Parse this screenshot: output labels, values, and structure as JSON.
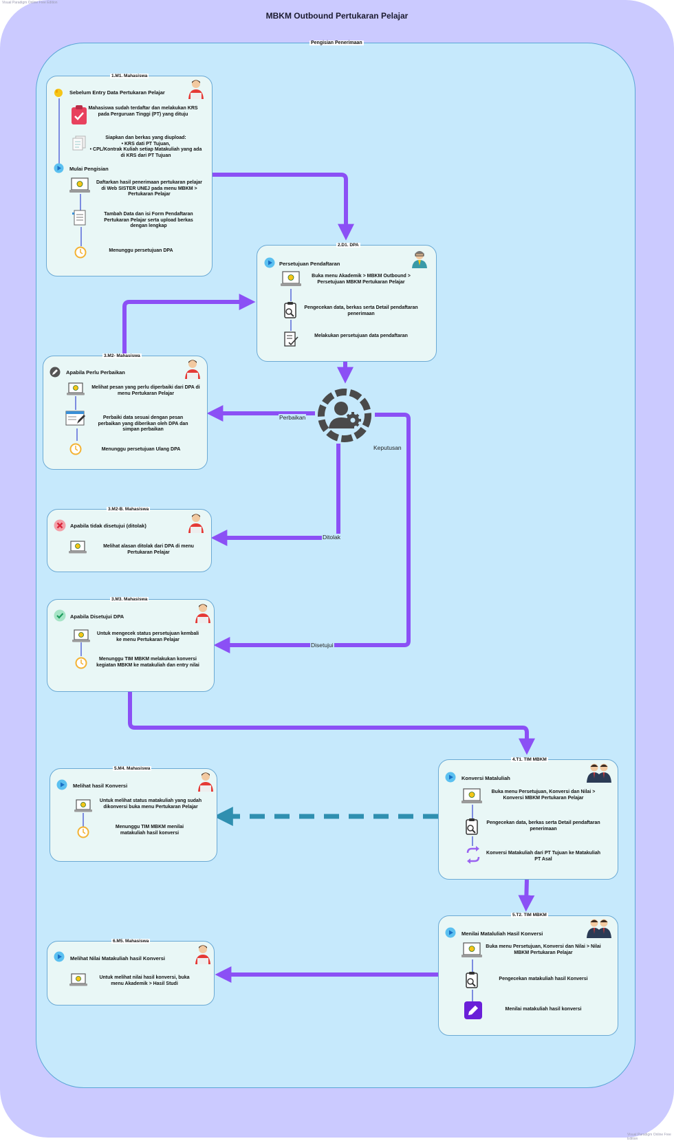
{
  "watermark_left": "Visual Paradigm Online Free Edition",
  "watermark_right": "Visual Paradigm Online Free Edition",
  "title": "MBKM Outbound Pertukaran Pelajar",
  "lane_label": "Pengisian Penerimaan",
  "box1": {
    "label": "1.M1. Mahasiswa",
    "header1": "Sebelum Entry Data Pertukaran Pelajar",
    "t1": "Mahasiswa sudah terdaftar dan melakukan KRS pada Perguruan Tinggi (PT) yang dituju",
    "t2a": "Siapkan dan berkas yang diupload:",
    "t2b": "• KRS dati PT Tujuan,",
    "t2c": "• CPL/Kontrak Kuliah setiap Matakuliah yang ada di KRS dari PT Tujuan",
    "header2": "Mulai Pengisian",
    "t3": "Daftarkan hasil penerimaan pertukaran pelajar di Web SISTER UNEJ pada menu MBKM > Pertukaran Pelajar",
    "t4": "Tambah Data dan isi Form Pendaftaran Pertukaran Pelajar serta upload berkas dengan lengkap",
    "t5": "Menunggu persetujuan DPA"
  },
  "box2": {
    "label": "2.D1. DPA",
    "header": "Persetujuan Pendaftaran",
    "t1": "Buka menu Akademik > MBKM Outbound > Persetujuan MBKM Pertukaran Pelajar",
    "t2": "Pengecekan data, berkas serta Detail pendaftaran penerimaan",
    "t3": "Melakukan persetujuan data pendaftaran"
  },
  "box3": {
    "label": "3.M2- Mahasiswa",
    "header": "Apabila Perlu Perbaikan",
    "t1": "Melihat pesan yang perlu diperbaiki dari DPA di menu Pertukaran Pelajar",
    "t2": "Perbaiki data sesuai dengan pesan perbaikan yang diberikan oleh DPA dan simpan perbaikan",
    "t3": "Menunggu persetujuan Ulang DPA"
  },
  "box4": {
    "label": "3.M2-B. Mahasiswa",
    "header": "Apabila tidak disetujui (ditolak)",
    "t1": "Melihat alasan ditolak dari DPA di menu Pertukaran Pelajar"
  },
  "box5": {
    "label": "3.M3. Mahasiswa",
    "header": "Apabila Disetujui DPA",
    "t1": "Untuk mengecek status persetujuan kembali ke menu Pertukaran Pelajar",
    "t2": "Menunggu TIM MBKM melakukan konversi kegiatan MBKM ke matakuliah dan entry nilai"
  },
  "box6": {
    "label": "4.T1. TIM MBKM",
    "header": "Konversi Mataluliah",
    "t1": "Buka menu Persetujuan, Konversi dan Nilai > Konversi MBKM Pertukaran Pelajar",
    "t2": "Pengecekan data, berkas serta Detail pendaftaran penerimaan",
    "t3": "Konversi Matakuliah dari PT Tujuan ke Matakuliah PT Asal"
  },
  "box7": {
    "label": "5.M4. Mahasiswa",
    "header": "Melihat hasil Konversi",
    "t1": "Untuk melihat status matakuliah yang sudah dikonversi buka menu Pertukaran Pelajar",
    "t2": "Menunggu TIM MBKM menilai matakuliah hasil konversi"
  },
  "box8": {
    "label": "5.T2. TIM MBKM",
    "header": "Menilai Mataluliah Hasil Konversi",
    "t1": "Buka menu Persetujuan, Konversi dan Nilai > Nilai MBKM Pertukaran Pelajar",
    "t2": "Pengecekan matakuliah hasil Konversi",
    "t3": "Menilai matakuliah hasil konversi"
  },
  "box9": {
    "label": "6.M5. Mahasiswa",
    "header": "Melihat Nilai Matakuliah hasil Konversi",
    "t1": "Untuk melihat nilai hasil konversi, buka menu Akademik > Hasil Studi"
  },
  "edges": {
    "perbaikan": "Perbaikan",
    "keputusan": "Keputusan",
    "ditolak": "Ditolak",
    "disetujui": "Disetujui"
  },
  "colors": {
    "arrow": "#8b50f5",
    "dashed": "#2f8fb0",
    "lane": "#c6e9fc",
    "outer": "#cbcaff",
    "box": "#e9f7f6"
  }
}
